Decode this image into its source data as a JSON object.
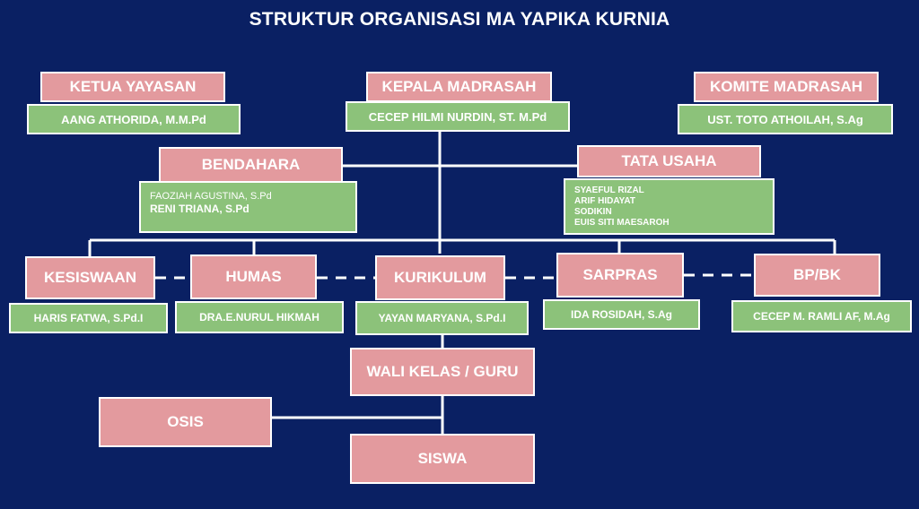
{
  "title": "STRUKTUR ORGANISASI MA YAPIKA KURNIA",
  "top": {
    "ketua_label": "KETUA YAYASAN",
    "ketua_name": "AANG ATHORIDA, M.M.Pd",
    "kepala_label": "KEPALA MADRASAH",
    "kepala_name": "CECEP HILMI NURDIN, ST. M.Pd",
    "komite_label": "KOMITE MADRASAH",
    "komite_name": "UST. TOTO ATHOILAH, S.Ag"
  },
  "bendahara": {
    "label": "BENDAHARA",
    "names": [
      "FAOZIAH AGUSTINA, S.Pd",
      "RENI TRIANA, S.Pd"
    ]
  },
  "tata_usaha": {
    "label": "TATA USAHA",
    "names": [
      "SYAEFUL RIZAL",
      "ARIF HIDAYAT",
      "SODIKIN",
      "EUIS SITI MAESAROH"
    ]
  },
  "units": {
    "kesiswaan_label": "KESISWAAN",
    "kesiswaan_name": "HARIS FATWA, S.Pd.I",
    "humas_label": "HUMAS",
    "humas_name": "DRA.E.NURUL HIKMAH",
    "kurikulum_label": "KURIKULUM",
    "kurikulum_name": "YAYAN MARYANA, S.Pd.I",
    "sarpras_label": "SARPRAS",
    "sarpras_name": "IDA ROSIDAH, S.Ag",
    "bpbk_label": "BP/BK",
    "bpbk_name": "CECEP M. RAMLI AF, M.Ag"
  },
  "bottom": {
    "wali_label": "WALI KELAS / GURU",
    "osis_label": "OSIS",
    "siswa_label": "SISWA"
  },
  "colors": {
    "background": "#0a2063",
    "role_box": "#e39a9e",
    "name_box": "#8cc27a",
    "line": "#ffffff"
  }
}
